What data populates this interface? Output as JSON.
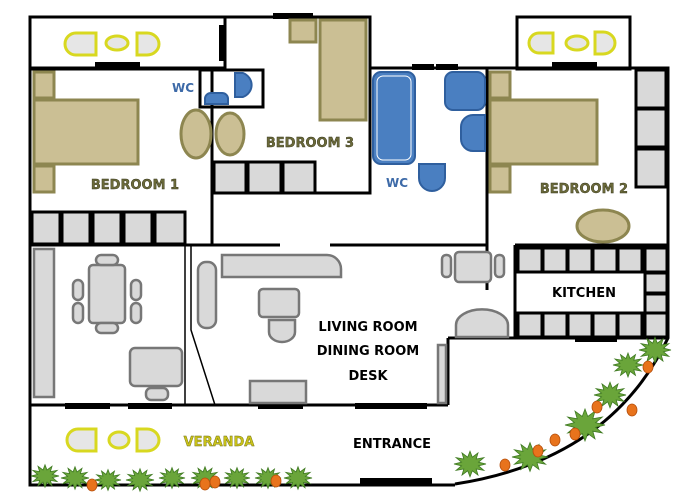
{
  "labels": {
    "bedroom1": "BEDROOM 1",
    "bedroom2": "BEDROOM 2",
    "bedroom3": "BEDROOM 3",
    "wc_small": "WC",
    "wc_main": "WC",
    "kitchen": "KITCHEN",
    "living": "LIVING ROOM",
    "dining": "DINING ROOM",
    "desk": "DESK",
    "veranda": "VERANDA",
    "entrance": "ENTRANCE"
  },
  "colors": {
    "wall": "#000000",
    "bedroom_furniture": "#cbbf94",
    "bathroom_fixtures": "#4a7fc1",
    "living_furniture": "#d9d9d9",
    "balcony_furniture_outline": "#d8d820",
    "plant": "#6aa53a",
    "flower": "#e8731c"
  }
}
